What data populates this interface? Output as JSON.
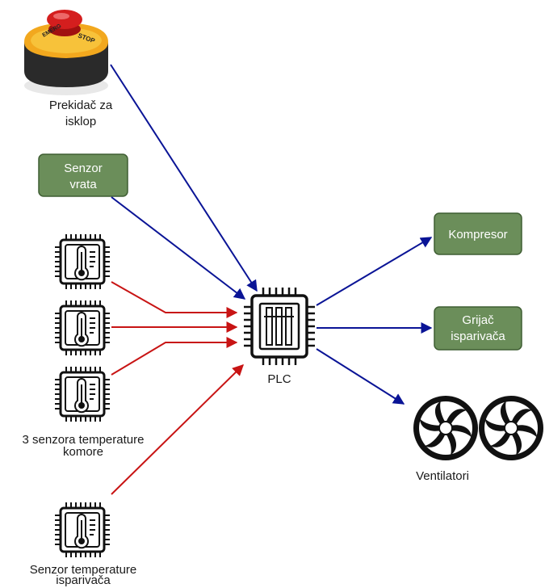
{
  "diagram": {
    "emergency_button": {
      "label_line1": "Prekidač za",
      "label_line2": "isklop",
      "button_text": "STOP",
      "button_text_alt": "EMERG"
    },
    "door_sensor": {
      "line1": "Senzor",
      "line2": "vrata"
    },
    "chamber_sensors": {
      "line1": "3 senzora temperature",
      "line2": "komore"
    },
    "evaporator_sensor": {
      "line1": "Senzor temperature",
      "line2": "isparivača"
    },
    "plc": {
      "label": "PLC"
    },
    "compressor": {
      "label": "Kompresor"
    },
    "heater": {
      "line1": "Grijač",
      "line2": "isparivača"
    },
    "fans": {
      "label": "Ventilatori"
    },
    "colors": {
      "blue_arrow": "#0a1496",
      "red_arrow": "#c81414",
      "box_fill": "#6b8e5a",
      "box_stroke": "#3f5e33"
    }
  }
}
